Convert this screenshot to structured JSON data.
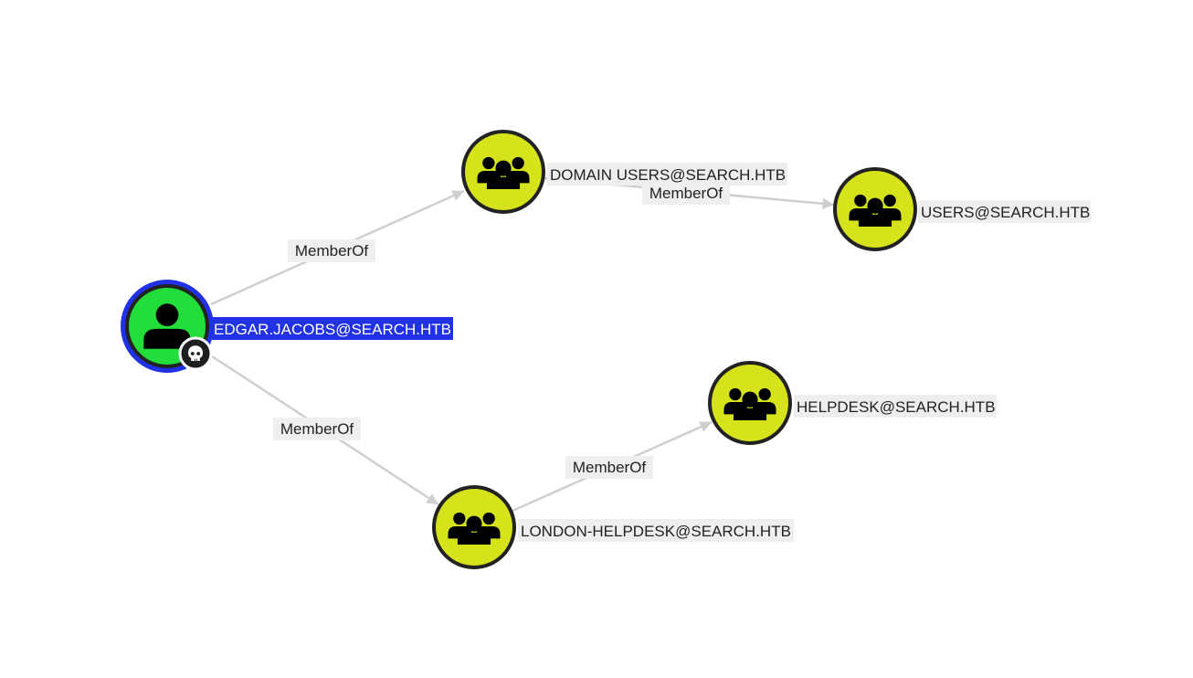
{
  "colors": {
    "background": "#ffffff",
    "edge": "#cfcfcf",
    "edge_label_bg": "#efefef",
    "node_label_bg": "#eeeeee",
    "user_fill": "#22dd3a",
    "group_fill": "#d6e21a",
    "node_border": "#222222",
    "selection_ring": "#2131e6",
    "selected_label_bg": "#2131e6",
    "selected_label_text": "#ffffff",
    "icon": "#000000",
    "badge_fill": "#1f1f1f"
  },
  "nodes": [
    {
      "id": "edgar",
      "label": "EDGAR.JACOBS@SEARCH.HTB",
      "kind": "user",
      "icon": "user-icon",
      "selected": true,
      "badge": "skull-icon"
    },
    {
      "id": "domain_users",
      "label": "DOMAIN USERS@SEARCH.HTB",
      "kind": "group",
      "icon": "group-icon"
    },
    {
      "id": "users",
      "label": "USERS@SEARCH.HTB",
      "kind": "group",
      "icon": "group-icon"
    },
    {
      "id": "helpdesk",
      "label": "HELPDESK@SEARCH.HTB",
      "kind": "group",
      "icon": "group-icon"
    },
    {
      "id": "london_helpdesk",
      "label": "LONDON-HELPDESK@SEARCH.HTB",
      "kind": "group",
      "icon": "group-icon"
    }
  ],
  "edges": [
    {
      "from": "edgar",
      "to": "domain_users",
      "label": "MemberOf"
    },
    {
      "from": "domain_users",
      "to": "users",
      "label": "MemberOf"
    },
    {
      "from": "edgar",
      "to": "london_helpdesk",
      "label": "MemberOf"
    },
    {
      "from": "london_helpdesk",
      "to": "helpdesk",
      "label": "MemberOf"
    }
  ]
}
